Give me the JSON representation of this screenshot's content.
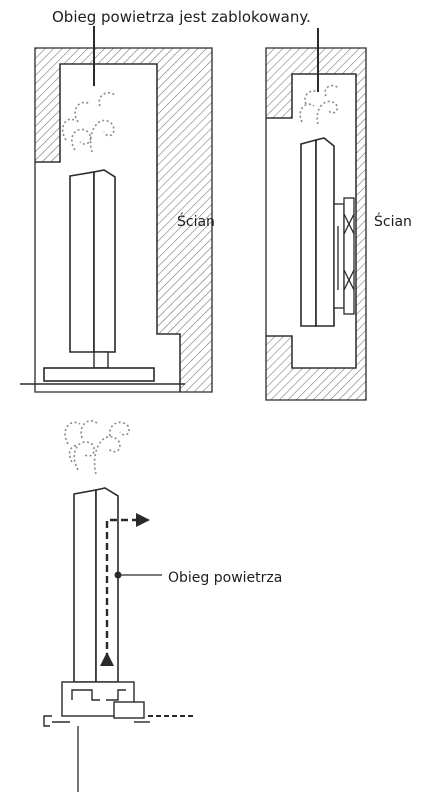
{
  "caption": "Obieg powietrza jest zablokowany.",
  "wall_label_left": "Ścian",
  "wall_label_right": "Ścian",
  "airflow_label": "Obieg powietrza",
  "colors": {
    "line": "#2a2a2a",
    "hatch": "#6e6e6e",
    "smoke": "#8a8a8a",
    "background": "#ffffff"
  }
}
